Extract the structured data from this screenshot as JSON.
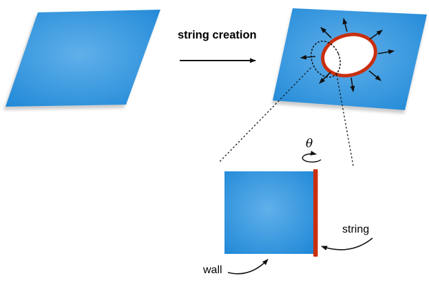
{
  "diagram": {
    "caption_top": "string creation",
    "theta": "θ",
    "string_label": "string",
    "wall_label": "wall"
  },
  "colors": {
    "brane_blue": "#1e87d6",
    "brane_blue_light": "#60b0ea",
    "string_red": "#c92f0e",
    "line_black": "#111111"
  }
}
